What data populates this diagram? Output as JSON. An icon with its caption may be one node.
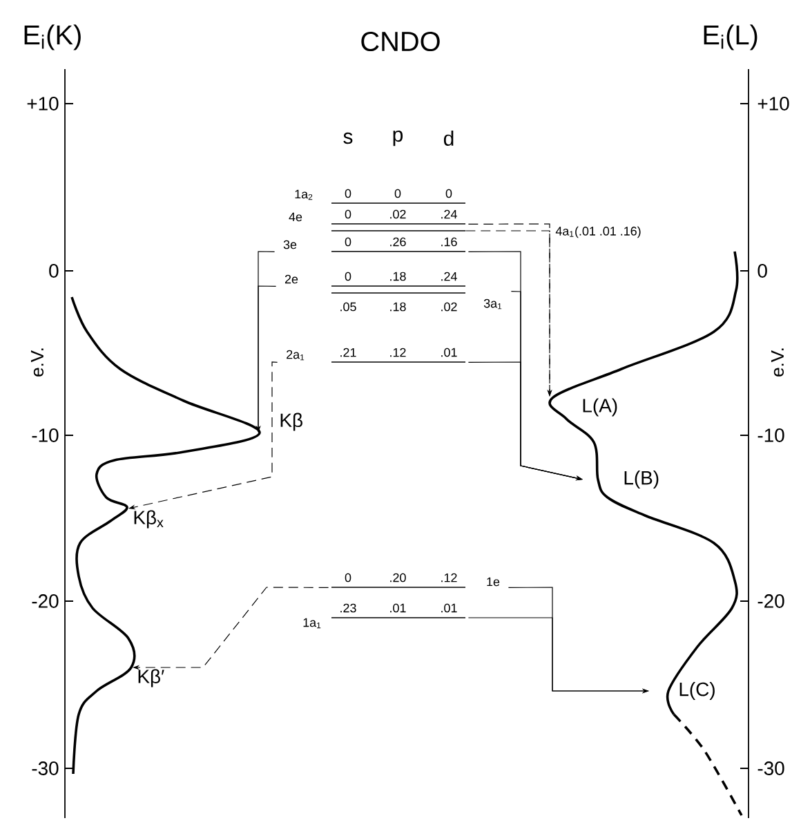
{
  "diagram": {
    "nodes": [
      {
        "text": [
          "1a$_{2}$",
          "0",
          "0",
          "0"
        ]
      },
      {
        "text": [
          "4e",
          "0",
          ".02",
          ".24"
        ]
      },
      {
        "text": [],
        "shape": "bar"
      },
      {
        "text": [
          "3e",
          "0",
          ".26",
          ".16"
        ]
      },
      {
        "text": [
          "2e",
          "0",
          ".18",
          ".24"
        ]
      },
      {
        "text": [
          ".05",
          ".18",
          ".02",
          "3a$_{1}$"
        ]
      },
      {
        "text": [
          "2a$_{1}$",
          ".21",
          ".12",
          ".01"
        ]
      },
      {
        "text": [
          "0",
          ".20",
          ".12",
          "1e"
        ]
      },
      {
        "text": [
          "1a$_{1}$",
          ".23",
          ".01",
          ".01"
        ]
      },
      {
        "text": [
          "Kβ"
        ]
      },
      {
        "text": [
          "Kβ$_{x}$"
        ]
      },
      {
        "text": [
          "Kβ′"
        ]
      },
      {
        "text": [
          "L(A)"
        ]
      },
      {
        "text": [
          "L(B)"
        ]
      },
      {
        "text": [
          "L(C)"
        ]
      }
    ],
    "edges": [
      {
        "from": 3,
        "to": 9,
        "arrow": "to"
      },
      {
        "from": 4,
        "to": 9,
        "arrow": "to"
      },
      {
        "from": 6,
        "to": 10,
        "arrow": "to",
        "style": "dashed"
      },
      {
        "from": 7,
        "to": 11,
        "arrow": "to",
        "style": "dashed"
      },
      {
        "from": 1,
        "to": 12,
        "arrow": "to",
        "style": "dashed"
      },
      {
        "from": 2,
        "to": 12,
        "arrow": "to",
        "style": "dashed"
      },
      {
        "from": 3,
        "to": 13,
        "arrow": "to"
      },
      {
        "from": 5,
        "to": 13,
        "arrow": "to"
      },
      {
        "from": 6,
        "to": 13,
        "arrow": "to"
      },
      {
        "from": 7,
        "to": 14,
        "arrow": "to"
      },
      {
        "from": 8,
        "to": 14,
        "arrow": "to"
      }
    ],
    "labels": [
      "E$_{i}$(K)",
      "CNDO",
      "E$_{i}$(L)",
      "s",
      "p",
      "d",
      "4a$_{1}$(.01 .01 .16)",
      "+10",
      "0",
      "-10",
      "-20",
      "-30",
      "e.V.",
      "+10",
      "0",
      "-10",
      "-20",
      "-30",
      "e.V."
    ]
  }
}
